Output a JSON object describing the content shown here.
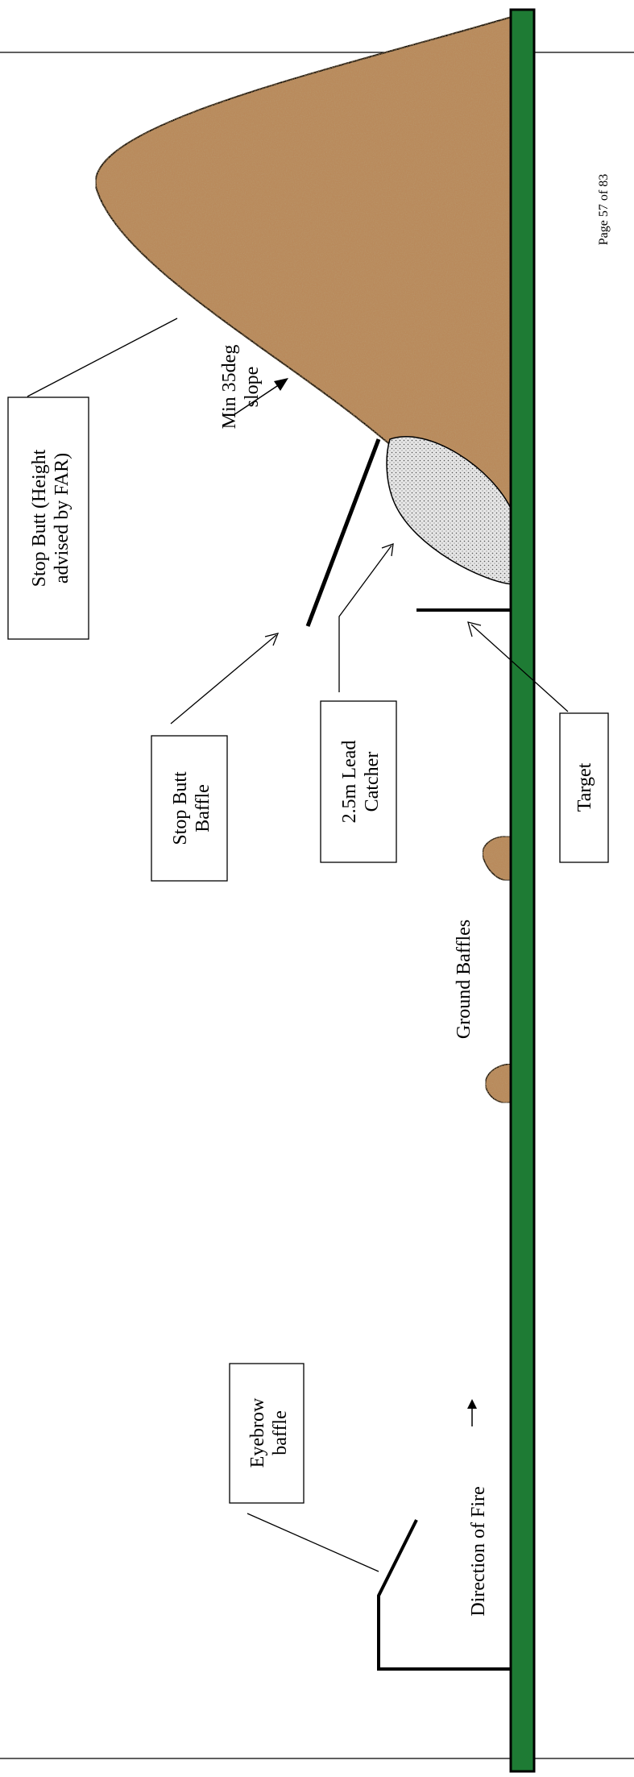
{
  "page": {
    "footer": "Page 57 of 83"
  },
  "labels": {
    "stop_butt": [
      "Stop Butt (Height",
      "advised by FAR)"
    ],
    "min_slope": [
      "Min 35deg",
      "slope"
    ],
    "stop_butt_baffle": [
      "Stop Butt",
      "Baffle"
    ],
    "lead_catcher": [
      "2.5m Lead",
      "Catcher"
    ],
    "target": "Target",
    "ground_baffles": "Ground Baffles",
    "eyebrow_baffle": [
      "Eyebrow",
      "baffle"
    ],
    "direction_of_fire": "Direction of Fire"
  },
  "colors": {
    "ground": "#1e7b34",
    "earth": "#b98a5c",
    "earth_dark": "#8a6038",
    "lead": "#d8d8d8"
  }
}
